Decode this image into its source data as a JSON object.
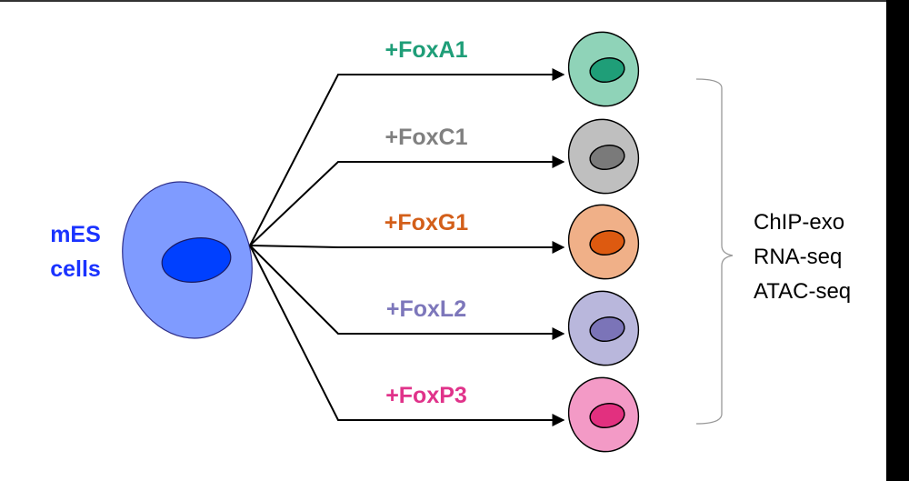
{
  "source": {
    "label_line1": "mES",
    "label_line2": "cells",
    "color": "#1a33ff",
    "cell_fill": "#7f9bff",
    "nucleus_fill": "#0040ff"
  },
  "branches": [
    {
      "label": "+FoxA1",
      "label_color": "#1f9e78",
      "cell_fill": "#8fd3b8",
      "nucleus_fill": "#1f9e78"
    },
    {
      "label": "+FoxC1",
      "label_color": "#808080",
      "cell_fill": "#bfbfbf",
      "nucleus_fill": "#7a7a7a"
    },
    {
      "label": "+FoxG1",
      "label_color": "#d35f1a",
      "cell_fill": "#f0b088",
      "nucleus_fill": "#dd5a10"
    },
    {
      "label": "+FoxL2",
      "label_color": "#7d77bb",
      "cell_fill": "#b9b7dc",
      "nucleus_fill": "#7b74b8"
    },
    {
      "label": "+FoxP3",
      "label_color": "#e0338a",
      "cell_fill": "#f39ac6",
      "nucleus_fill": "#e2307f"
    }
  ],
  "assays": [
    "ChIP-exo",
    "RNA-seq",
    "ATAC-seq"
  ]
}
